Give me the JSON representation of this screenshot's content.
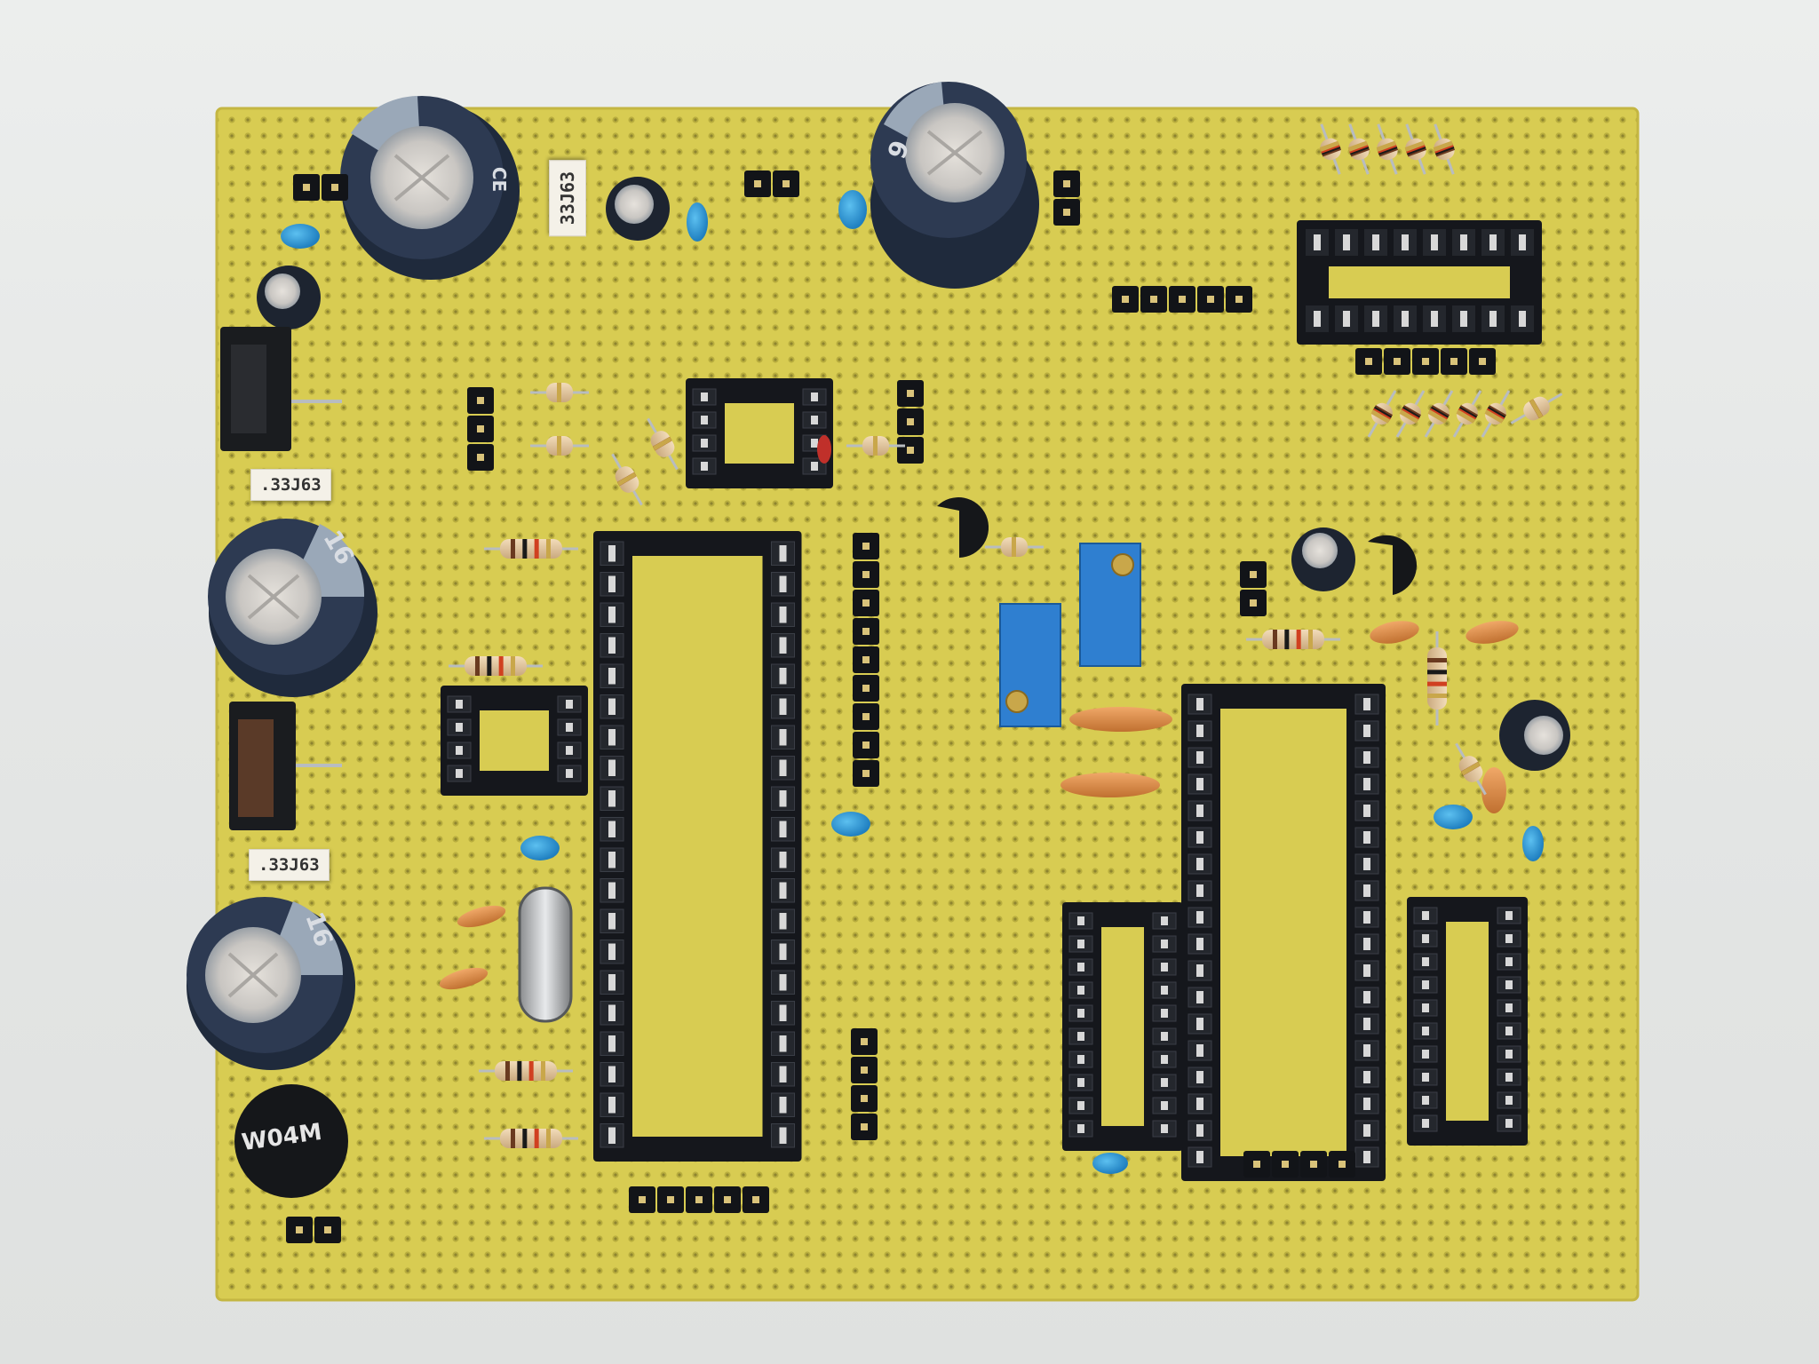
{
  "colors": {
    "background": "#e6e8e7",
    "board": "#d8cc52",
    "solder_pad": "#b9ae3e",
    "socket": "#15171c",
    "capacitor_body": "#2d3a52",
    "capacitor_stripe": "#9aa8b8",
    "ceramic_cap_blue": "#2e9ad6",
    "trimmer_blue": "#2f7fd0",
    "resistor_body": "#e2c9a3",
    "film_cap_orange": "#d88848"
  },
  "component_labels": {
    "film_cap_top": "33J63",
    "film_cap_left_upper": ".33J63",
    "film_cap_left_lower": ".33J63",
    "bridge_rectifier": "W04M",
    "cap_marking_left_mid": "16",
    "cap_marking_left_low": "16",
    "cap_marking_top_mid": "9",
    "cap_series_mark": "CE"
  }
}
